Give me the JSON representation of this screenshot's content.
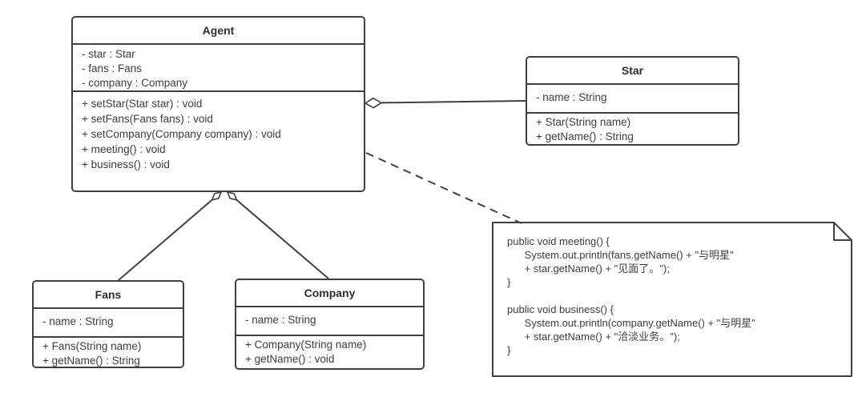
{
  "diagram": {
    "colors": {
      "stroke": "#404040",
      "text": "#3d3d3d",
      "background": "#ffffff"
    },
    "classes": {
      "agent": {
        "title": "Agent",
        "attributes": [
          "- star : Star",
          "- fans : Fans",
          "- company : Company"
        ],
        "methods": [
          "+ setStar(Star star) : void",
          "+ setFans(Fans fans) : void",
          "+ setCompany(Company company) : void",
          "+ meeting() : void",
          "+ business() : void"
        ]
      },
      "star": {
        "title": "Star",
        "attributes": [
          "- name : String"
        ],
        "methods": [
          "+ Star(String name)",
          "+ getName() : String"
        ]
      },
      "fans": {
        "title": "Fans",
        "attributes": [
          "- name : String"
        ],
        "methods": [
          "+ Fans(String name)",
          "+ getName() : String"
        ]
      },
      "company": {
        "title": "Company",
        "attributes": [
          "- name : String"
        ],
        "methods": [
          "+ Company(String name)",
          "+ getName() : void"
        ]
      }
    },
    "note": {
      "lines": [
        "public void meeting() {",
        "      System.out.println(fans.getName() + \"与明星\"",
        "      + star.getName() + \"见面了。\");",
        "}",
        "",
        "public void business() {",
        "      System.out.println(company.getName() + \"与明星\"",
        "      + star.getName() + \"洽淡业务。\");",
        "}"
      ]
    },
    "relationships": [
      {
        "from": "Agent",
        "to": "Star",
        "type": "aggregation"
      },
      {
        "from": "Agent",
        "to": "Fans",
        "type": "aggregation"
      },
      {
        "from": "Agent",
        "to": "Company",
        "type": "aggregation"
      },
      {
        "from": "Agent",
        "to": "note",
        "type": "dashed-anchor"
      }
    ]
  }
}
